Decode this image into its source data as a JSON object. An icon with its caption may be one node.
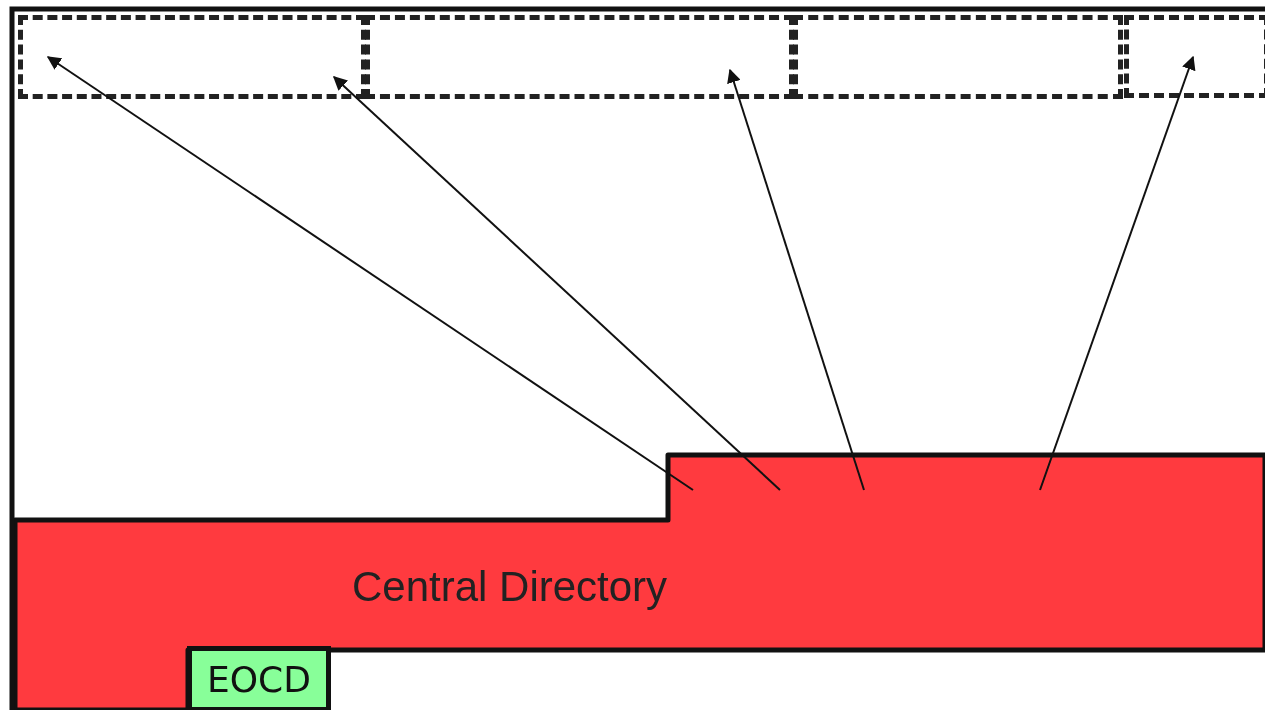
{
  "diagram": {
    "nodes": [
      {
        "text": [],
        "shape": "box"
      },
      {
        "text": [],
        "shape": "box"
      },
      {
        "text": [],
        "shape": "box"
      },
      {
        "text": [],
        "shape": "box"
      },
      {
        "text": [
          "Central Directory"
        ]
      },
      {
        "text": [
          "EOCD"
        ]
      }
    ],
    "edges": [
      {
        "from": 4,
        "to": 0,
        "arrow": "to"
      },
      {
        "from": 4,
        "to": 0,
        "arrow": "to"
      },
      {
        "from": 4,
        "to": 1,
        "arrow": "to"
      },
      {
        "from": 4,
        "to": 3,
        "arrow": "to"
      }
    ]
  }
}
